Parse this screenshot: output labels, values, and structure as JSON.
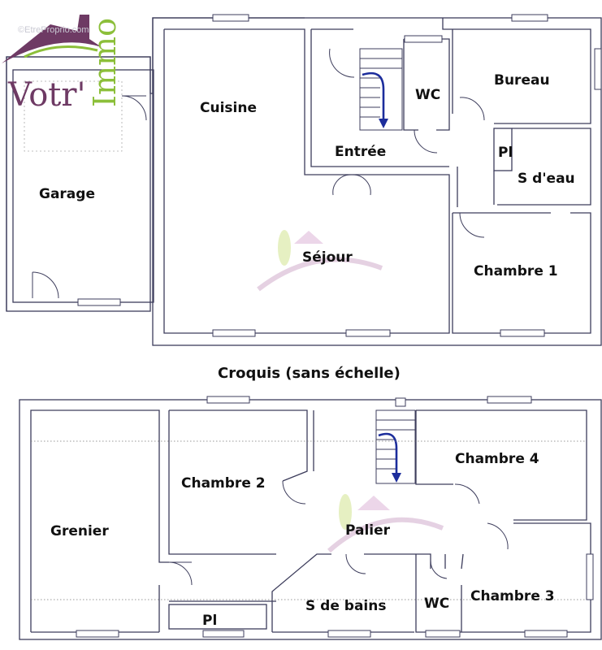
{
  "logo": {
    "part1": "Votr'",
    "part2": "Immo"
  },
  "watermark": {
    "text": "©EtreProprio.com"
  },
  "caption": "Croquis (sans échelle)",
  "ground_floor": {
    "rooms": {
      "garage": "Garage",
      "cuisine": "Cuisine",
      "sejour": "Séjour",
      "entree": "Entrée",
      "wc": "WC",
      "bureau": "Bureau",
      "placard": "Pl",
      "salle_eau": "S d'eau",
      "chambre1": "Chambre 1"
    }
  },
  "upper_floor": {
    "rooms": {
      "grenier": "Grenier",
      "chambre2": "Chambre 2",
      "palier": "Palier",
      "chambre4": "Chambre 4",
      "chambre3": "Chambre 3",
      "salle_bains": "S de bains",
      "wc": "WC",
      "placard": "Pl"
    }
  },
  "colors": {
    "wall": "#3d3d5c",
    "stair_arrow": "#1c2d9c",
    "logo_purple": "#6e3a64",
    "logo_green": "#8cbf3a"
  }
}
